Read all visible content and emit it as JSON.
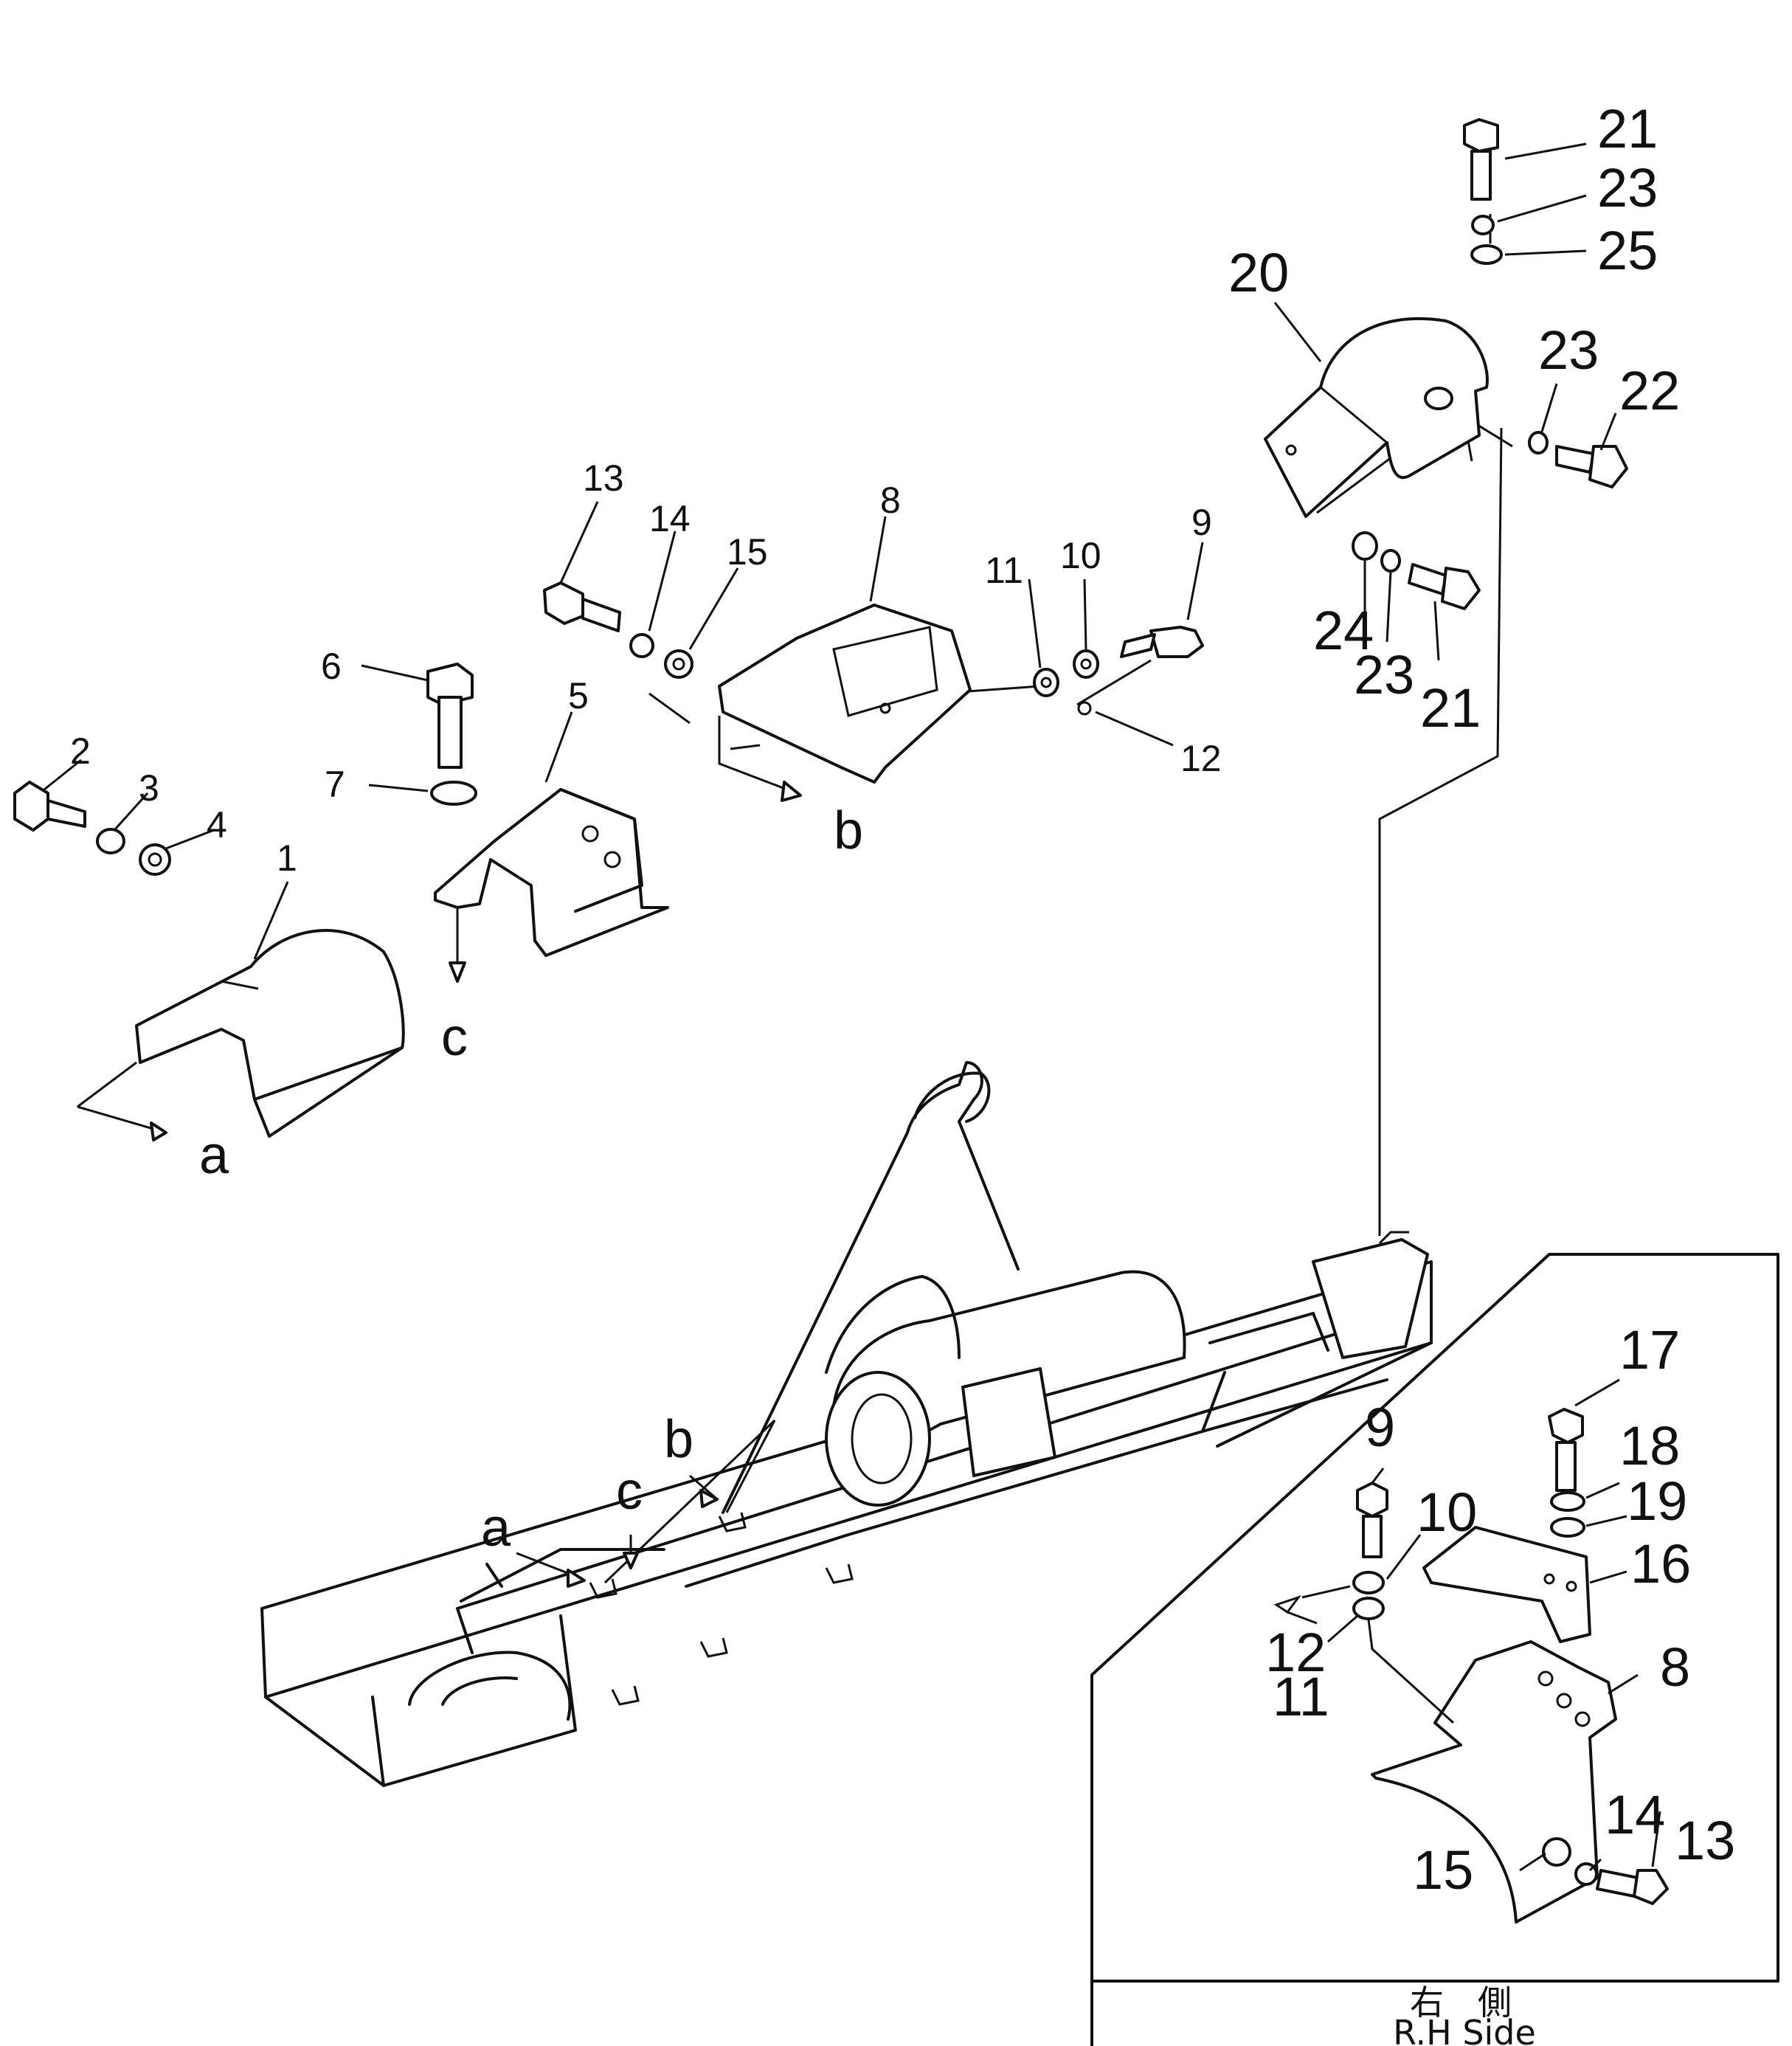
{
  "callouts": {
    "n1": "1",
    "n2": "2",
    "n3": "3",
    "n4": "4",
    "n5": "5",
    "n6": "6",
    "n7": "7",
    "n8": "8",
    "n9": "9",
    "n10": "10",
    "n11": "11",
    "n12": "12",
    "n13": "13",
    "n14": "14",
    "n15": "15",
    "n20": "20",
    "n21a": "21",
    "n23a": "23",
    "n25": "25",
    "n23b": "23",
    "n22": "22",
    "n24": "24",
    "n23c": "23",
    "n21b": "21",
    "r17": "17",
    "r18": "18",
    "r19": "19",
    "r16": "16",
    "r9": "9",
    "r10": "10",
    "r12": "12",
    "r11": "11",
    "r8": "8",
    "r14": "14",
    "r13": "13",
    "r15": "15"
  },
  "refs": {
    "a_part": "a",
    "b_part": "b",
    "c_part": "c",
    "a_frame": "a",
    "b_frame": "b",
    "c_frame": "c"
  },
  "inset": {
    "caption_cn": "右　側",
    "caption_en": "R.H Side"
  }
}
